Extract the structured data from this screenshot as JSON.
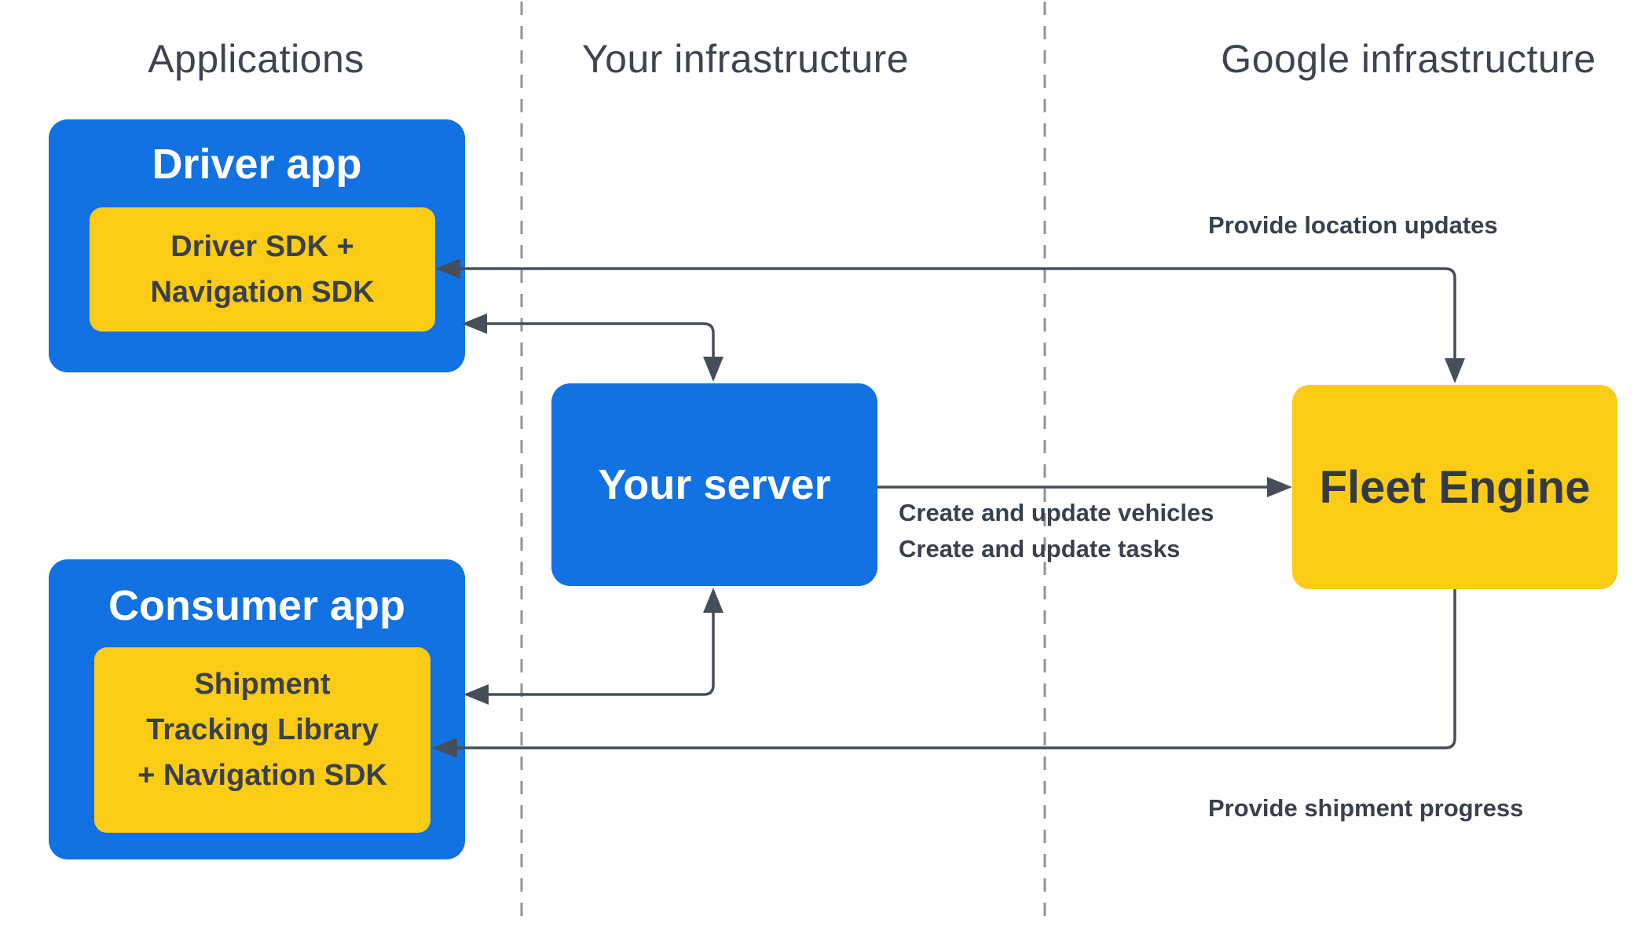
{
  "columns": [
    {
      "label": "Applications"
    },
    {
      "label": "Your infrastructure"
    },
    {
      "label": "Google infrastructure"
    }
  ],
  "boxes": {
    "driver_app": {
      "title": "Driver app",
      "sdk_lines": [
        "Driver SDK +",
        "Navigation SDK"
      ]
    },
    "consumer_app": {
      "title": "Consumer app",
      "sdk_lines": [
        "Shipment",
        "Tracking Library",
        "+ Navigation SDK"
      ]
    },
    "your_server": {
      "title": "Your server"
    },
    "fleet_engine": {
      "title": "Fleet Engine"
    }
  },
  "arrow_labels": {
    "location_updates": "Provide location updates",
    "create_vehicles": "Create and update vehicles",
    "create_tasks": "Create and update tasks",
    "shipment_progress": "Provide shipment progress"
  },
  "colors": {
    "node_blue": "#1271E3",
    "node_yellow": "#FBCC15",
    "arrow_gray": "#464E5A",
    "divider_gray": "#8E949D",
    "header_text": "#3E4450",
    "label_text": "#3A414C",
    "sdk_text": "#3A404A",
    "fleet_text": "#343A42",
    "white_text": "#FFFFFF"
  }
}
